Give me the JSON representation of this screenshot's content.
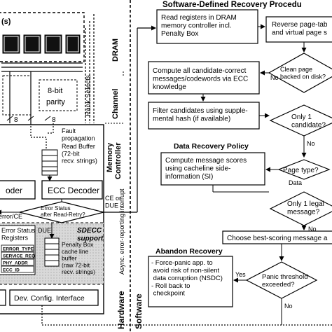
{
  "colors": {
    "stroke": "#000000",
    "dark_fill": "#111111",
    "shade_fill": "#d9d9d9",
    "panel_fill": "#ffffff"
  },
  "left": {
    "rank_title": "(s)",
    "dram_label": "DRAM",
    "channel_label": "Channel",
    "controller_label_top": "Memory",
    "controller_label_bottom": "Controller",
    "rank_selects": "Rank Selects",
    "parity_line1": "8-bit",
    "parity_line2": "parity",
    "bus_width_a": "8",
    "bus_width_b": "8",
    "fault_propagation": "Fault\npropagation",
    "read_buffer": "Read Buffer\n(72-bit\nrecv. strings)",
    "decoder_left": "oder",
    "ecc_decoder": "ECC Decoder",
    "error_status": "Error Status\nafter Read-Retry?",
    "ce_or_due": "CE or\nDUE",
    "error_ce": "error/CE",
    "due_label": "DUE",
    "status_registers": "Error Status\nRegisters",
    "register_fields": [
      "ERROR_TYPE",
      "SERVICE_REQ",
      "PHY_ADDR",
      "ECC_ID"
    ],
    "sdecc_support": "SDECC\nsupport",
    "penalty_box": "Penalty Box\ncache line\nbuffer\n(raw 72-bit\nrecv. strings)",
    "dev_config": "Dev. Config. Interface",
    "async_interrupt": "Async. error-reporting interrupt",
    "hardware_label": "Hardware",
    "software_label": "Software"
  },
  "right": {
    "title": "Software-Defined Recovery Procedu",
    "read_registers": "Read registers in DRAM\nmemory controller incl.\nPenalty Box",
    "reverse_tables": "Reverse page-tab\nand virtual page s",
    "clean_page": "Clean page\nbacked on disk?",
    "compute_candidates": "Compute all candidate-correct\nmessages/codewords via ECC\nknowledge",
    "filter_candidates": "Filter candidates using supple-\nmental hash (if available)",
    "only_one_candidate": "Only 1\ncandidate?",
    "data_recovery_title": "Data Recovery Policy",
    "compute_scores": "Compute message scores\nusing cacheline side-\ninformation (SI)",
    "page_type": "Page type?",
    "data_label": "Data",
    "only_one_legal": "Only 1 legal\nmessage?",
    "choose_best": "Choose best-scoring message a",
    "abandon_title": "Abandon Recovery",
    "abandon_text": "- Force-panic app. to\n  avoid risk of non-silent\n  data corruption (NSDC)\n- Roll back to\n  checkpoint",
    "panic_threshold": "Panic threshold\nexceeded?",
    "no_label": "No",
    "yes_label": "Yes"
  }
}
